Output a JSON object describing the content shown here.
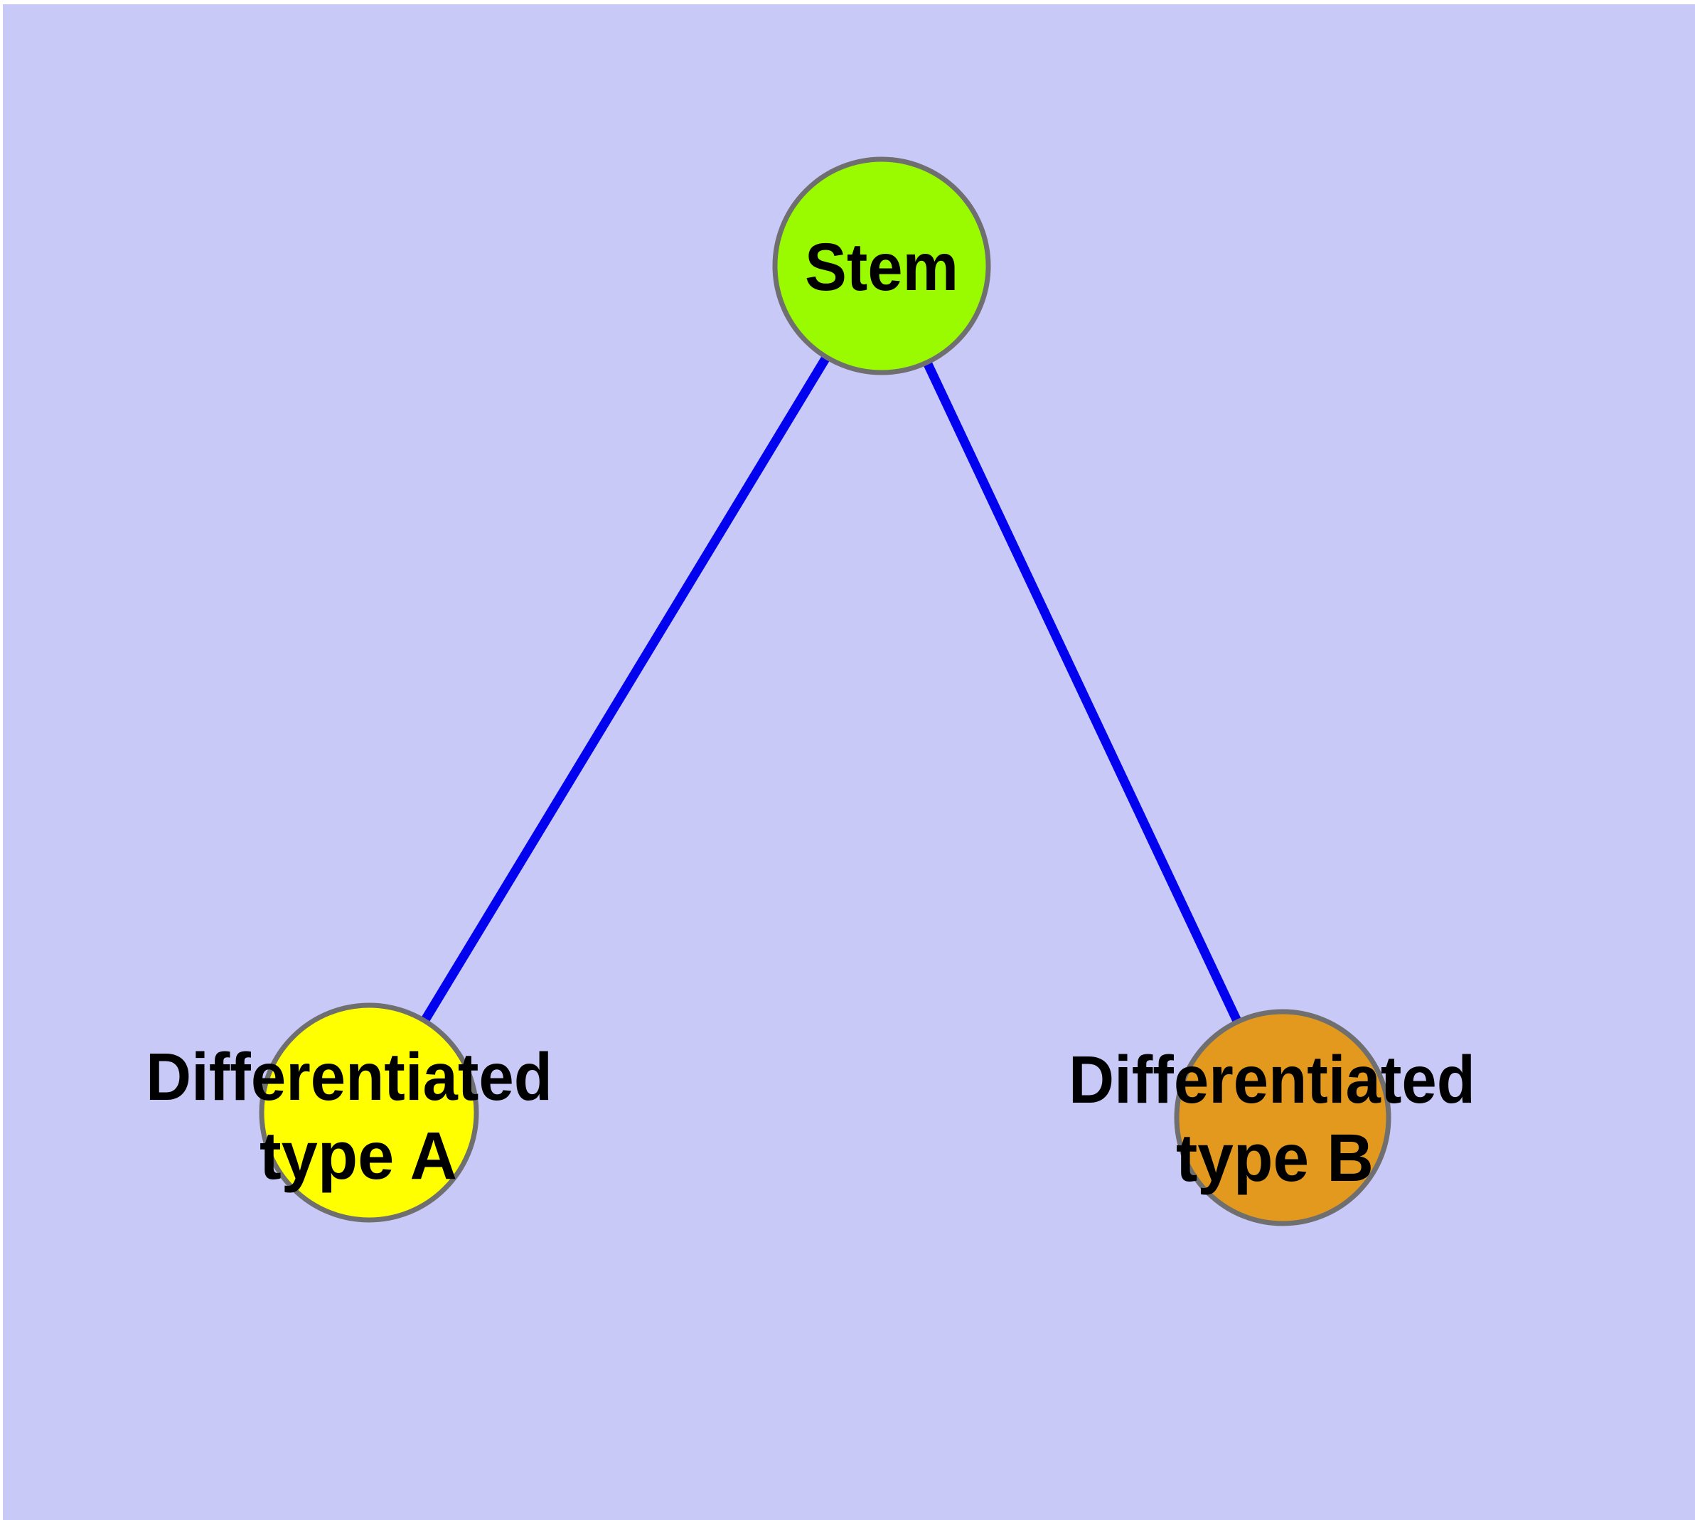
{
  "colors": {
    "background": "#c9c9f8",
    "margin": "#ffffff",
    "edge": "#0202ee",
    "node_border": "#6f6f6f",
    "label_text": "#000000"
  },
  "nodes": [
    {
      "id": "stem",
      "label": "Stem",
      "lines": [
        "Stem"
      ],
      "fill": "#9afb00"
    },
    {
      "id": "differentiated-type-a",
      "label": "Differentiated type A",
      "lines": [
        "Differentiated",
        "type A"
      ],
      "fill": "#ffff00"
    },
    {
      "id": "differentiated-type-b",
      "label": "Differentiated type B",
      "lines": [
        "Differentiated",
        "type B"
      ],
      "fill": "#e2991e"
    }
  ],
  "edges": [
    {
      "from": "stem",
      "to": "differentiated-type-a"
    },
    {
      "from": "stem",
      "to": "differentiated-type-b"
    }
  ]
}
